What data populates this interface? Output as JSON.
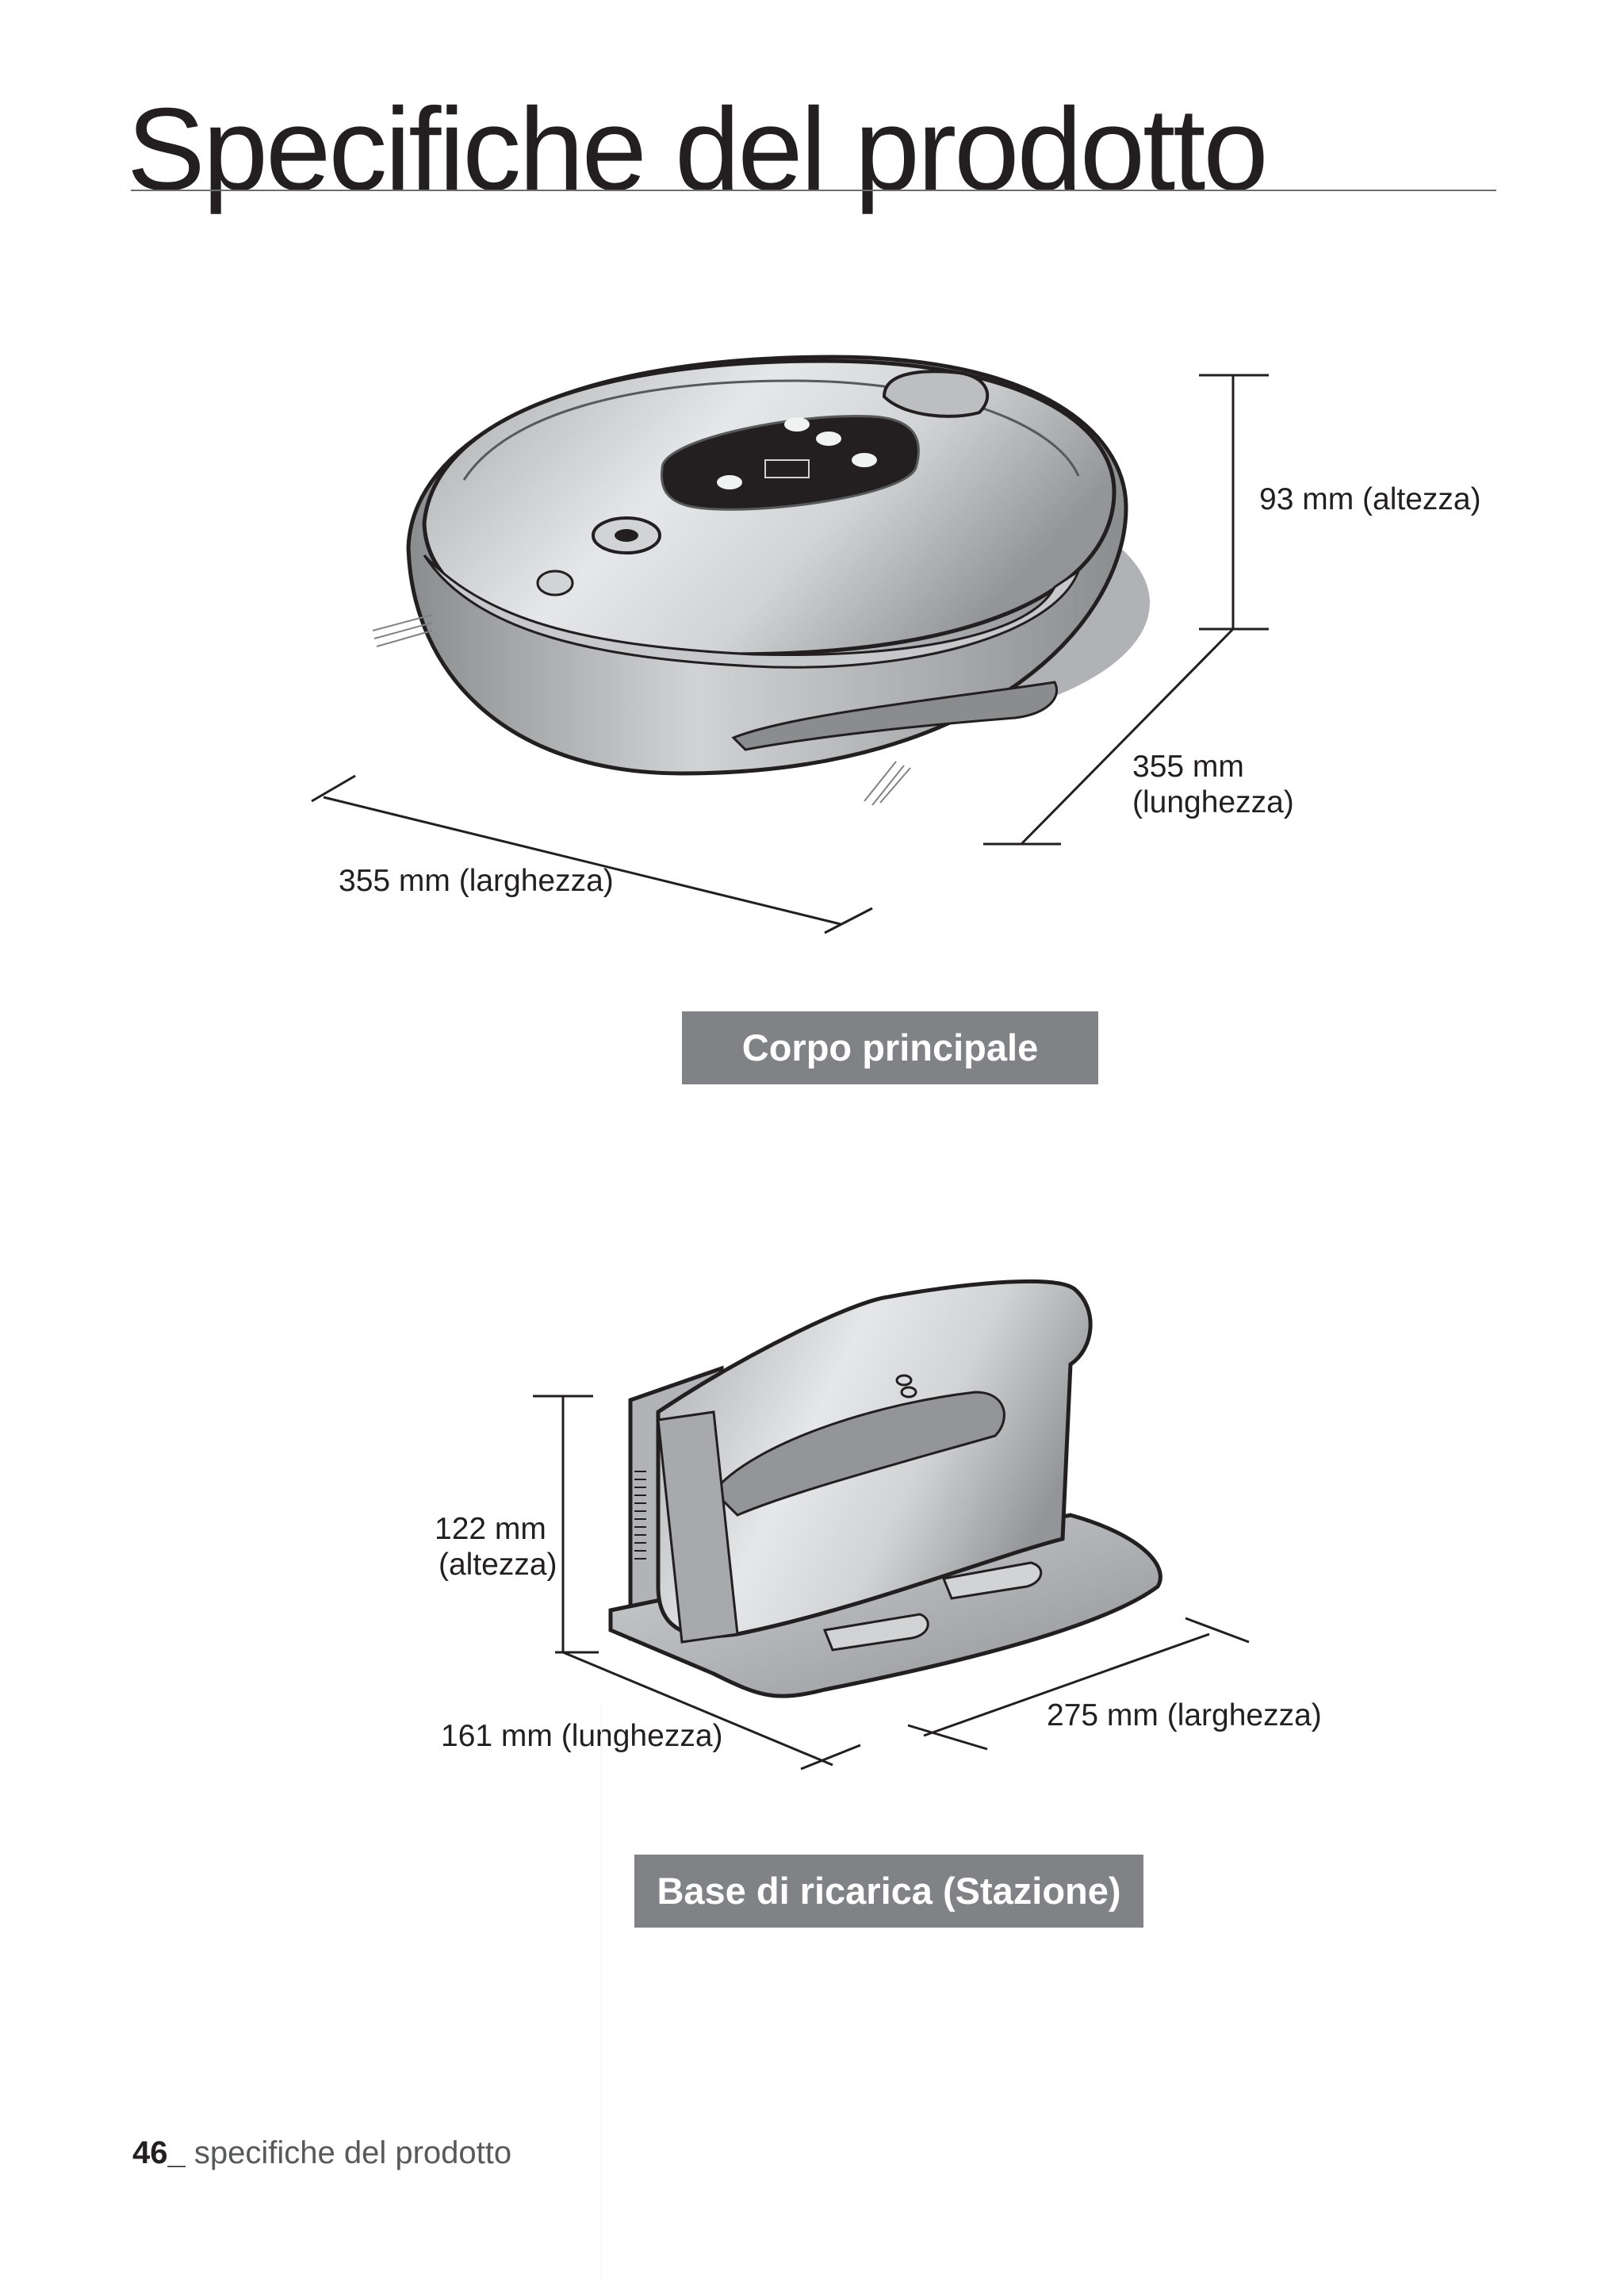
{
  "page": {
    "title": "Specifiche del prodotto",
    "footer": {
      "page_number": "46_",
      "section": "specifiche del prodotto"
    }
  },
  "main_body": {
    "label": "Corpo principale",
    "dimensions": {
      "height": "93 mm (altezza)",
      "length_line1": "355 mm",
      "length_line2": "(lunghezza)",
      "width": "355 mm (larghezza)"
    }
  },
  "charging_base": {
    "label": "Base di ricarica (Stazione)",
    "dimensions": {
      "height_line1": "122 mm",
      "height_line2": "(altezza)",
      "length": "161 mm (lunghezza)",
      "width": "275 mm (larghezza)"
    }
  },
  "colors": {
    "label_background": "#808285",
    "body_silver": "#b9babc",
    "outline": "#231f20"
  }
}
